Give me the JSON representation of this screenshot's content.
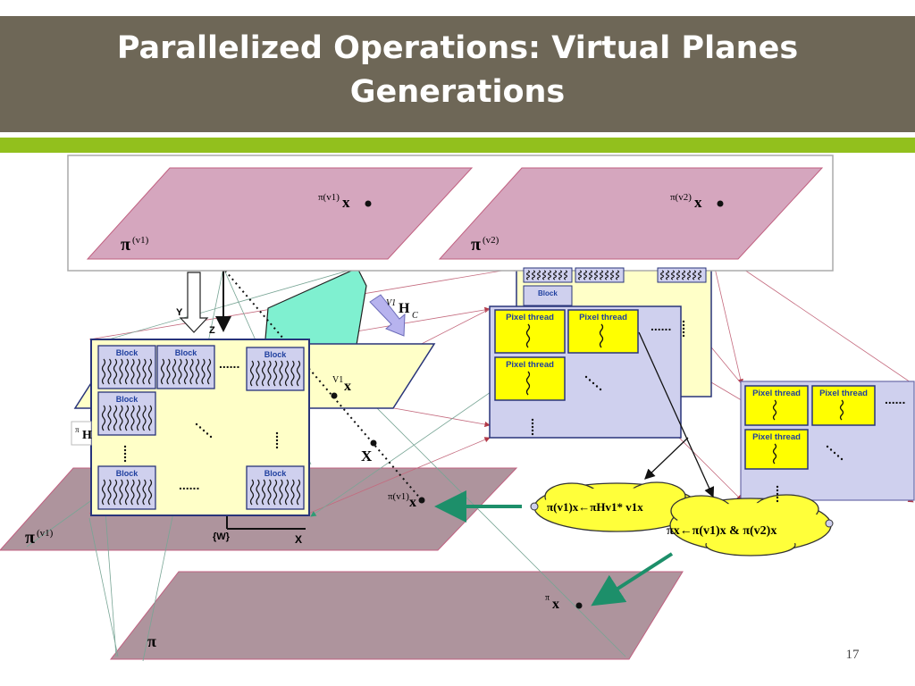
{
  "slide": {
    "title_line1": "Parallelized Operations: Virtual Planes",
    "title_line2": "Generations",
    "page_number": "17"
  },
  "colors": {
    "header_bg": "#6e6757",
    "accent_green": "#92c01d",
    "plane_pink": "#d5a6be",
    "plane_mauve": "#ae949d",
    "pixel_thread_yellow": "#ffff00",
    "grid_lavender": "#cfd0ee",
    "image_cream": "#ffffc8",
    "cloud_yellow": "#ffff3a",
    "homography_cyan": "#7ff0d0",
    "arrow_teal": "#1d8f6a"
  },
  "labels": {
    "top_plane1_name": "π",
    "top_plane1_sup": "(v1)",
    "top_plane1_point_pre": "π(v1)",
    "top_plane1_point": "x",
    "top_plane2_name": "π",
    "top_plane2_sup": "(v2)",
    "top_plane2_point_pre": "π(v2)",
    "top_plane2_point": "x",
    "homography_pre": "V1",
    "homography": "H",
    "homography_sub": "C",
    "axis_y": "Y",
    "axis_z": "Z",
    "axis_x": "X",
    "world_frame": "{W}",
    "world_point": "X",
    "image_point_pre": "V1",
    "image_point": "x",
    "left_plane_name": "π",
    "left_plane_sup": "(v1)",
    "left_plane_point_pre": "π(v1)",
    "left_plane_point": "x",
    "bottom_plane_name": "π",
    "bottom_plane_point_pre": "π",
    "bottom_plane_point": "x",
    "partial_label_pre": "π",
    "partial_label": "H"
  },
  "blocks": {
    "label": "Block",
    "dots": "......"
  },
  "pixel_threads": {
    "label": "Pixel thread",
    "dots": "......"
  },
  "clouds": {
    "cloud1_text": "π(v1)x←πHv1* v1x",
    "cloud2_text": "πx←π(v1)x & π(v2)x"
  }
}
